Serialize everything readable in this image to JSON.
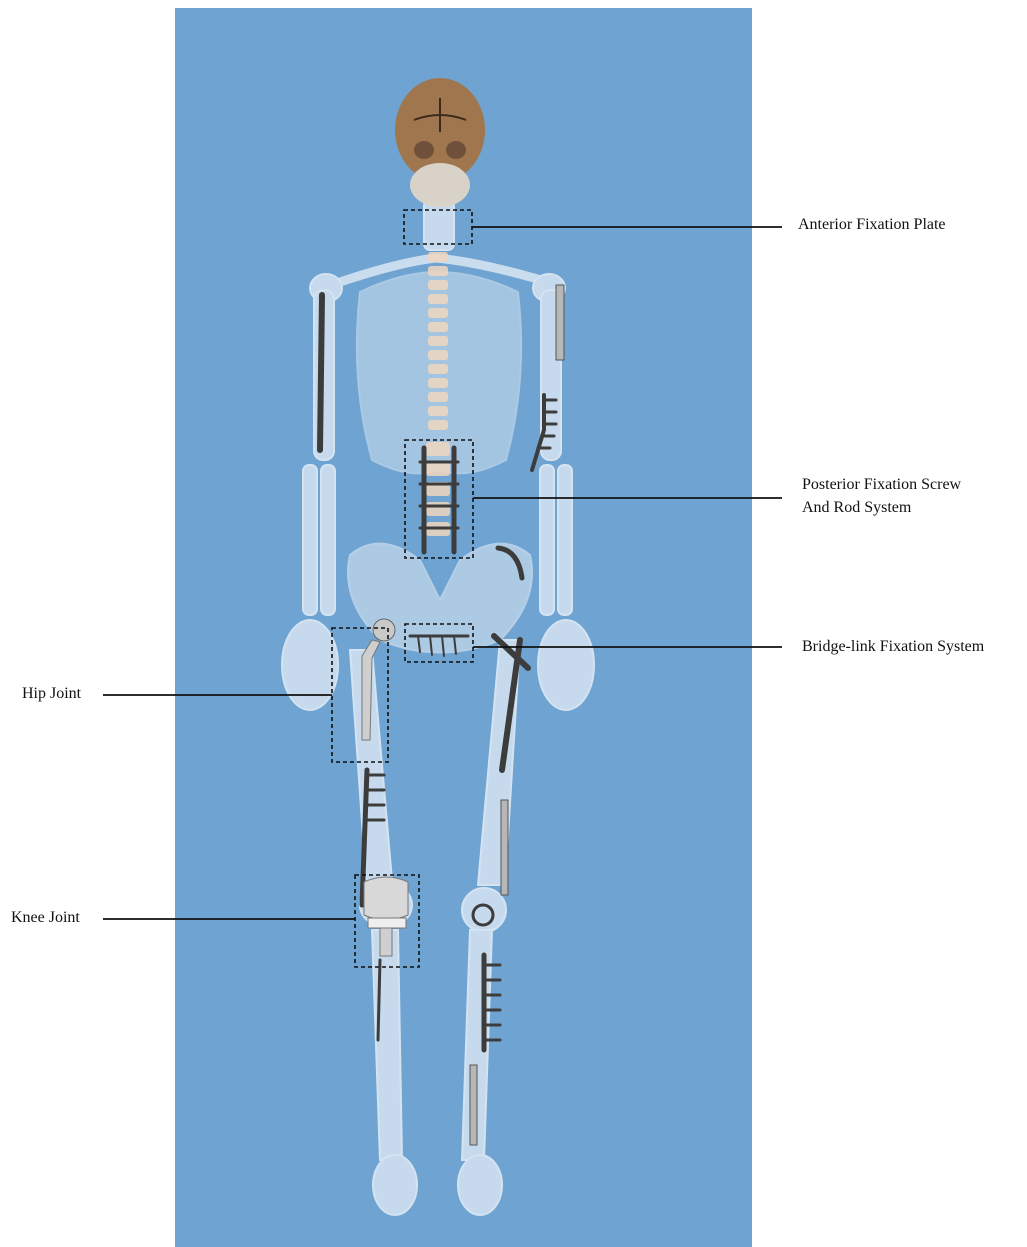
{
  "colors": {
    "background_panel": "#6fa3d1",
    "bone": "#e8eff6",
    "skull": "#a0764f",
    "implant": "#3c3c3c",
    "leader_line": "#111111"
  },
  "labels": {
    "anterior_fixation_plate": "Anterior Fixation Plate",
    "posterior_fixation_line1": "Posterior Fixation Screw",
    "posterior_fixation_line2": "And Rod System",
    "bridge_link": "Bridge-link Fixation System",
    "hip_joint": "Hip Joint",
    "knee_joint": "Knee Joint"
  }
}
